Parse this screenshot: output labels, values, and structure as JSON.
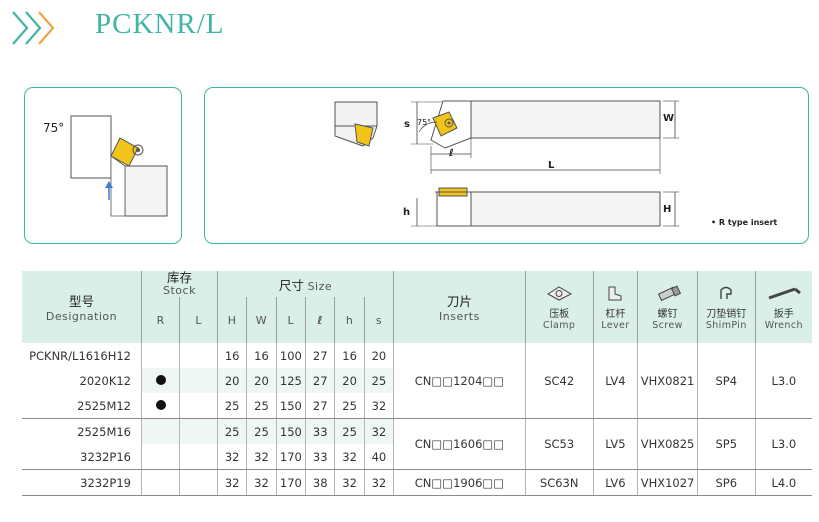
{
  "header": {
    "title": "PCKNR/L"
  },
  "diagram": {
    "angle_label": "75°",
    "top_view_angle": "75°",
    "dims": {
      "s": "s",
      "l": "ℓ",
      "L": "L",
      "W": "W",
      "H": "H",
      "h": "h"
    },
    "note": "• R type insert"
  },
  "colors": {
    "accent": "#3fb5a3",
    "header_bg": "#d9efe8",
    "insert_yellow": "#f0c419"
  },
  "table": {
    "headers": {
      "model_cn": "型号",
      "model_en": "Designation",
      "stock_cn": "库存",
      "stock_en": "Stock",
      "size_cn": "尺寸",
      "size_en": "Size",
      "inserts_cn": "刀片",
      "inserts_en": "Inserts",
      "R": "R",
      "L": "L",
      "H": "H",
      "W": "W",
      "Lc": "L",
      "l": "ℓ",
      "h": "h",
      "s": "s",
      "clamp_cn": "压板",
      "clamp_en": "Clamp",
      "lever_cn": "杠杆",
      "lever_en": "Lever",
      "screw_cn": "螺钉",
      "screw_en": "Screw",
      "shim_cn": "刀垫销钉",
      "shim_en": "ShimPin",
      "wrench_cn": "扳手",
      "wrench_en": "Wrench"
    },
    "rows": [
      {
        "model": "PCKNR/L1616H12",
        "R": "",
        "L": "",
        "H": "16",
        "W": "16",
        "Lc": "100",
        "l": "27",
        "h": "16",
        "s": "20"
      },
      {
        "model": "2020K12",
        "R": "●",
        "L": "",
        "H": "20",
        "W": "20",
        "Lc": "125",
        "l": "27",
        "h": "20",
        "s": "25"
      },
      {
        "model": "2525M12",
        "R": "●",
        "L": "",
        "H": "25",
        "W": "25",
        "Lc": "150",
        "l": "27",
        "h": "25",
        "s": "32"
      },
      {
        "model": "2525M16",
        "R": "",
        "L": "",
        "H": "25",
        "W": "25",
        "Lc": "150",
        "l": "33",
        "h": "25",
        "s": "32"
      },
      {
        "model": "3232P16",
        "R": "",
        "L": "",
        "H": "32",
        "W": "32",
        "Lc": "170",
        "l": "33",
        "h": "32",
        "s": "40"
      },
      {
        "model": "3232P19",
        "R": "",
        "L": "",
        "H": "32",
        "W": "32",
        "Lc": "170",
        "l": "38",
        "h": "32",
        "s": "32"
      }
    ],
    "groups": [
      {
        "insert": "CN□□1204□□",
        "clamp": "SC42",
        "lever": "LV4",
        "screw": "VHX0821",
        "shim": "SP4",
        "wrench": "L3.0"
      },
      {
        "insert": "CN□□1606□□",
        "clamp": "SC53",
        "lever": "LV5",
        "screw": "VHX0825",
        "shim": "SP5",
        "wrench": "L3.0"
      },
      {
        "insert": "CN□□1906□□",
        "clamp": "SC63N",
        "lever": "LV6",
        "screw": "VHX1027",
        "shim": "SP6",
        "wrench": "L4.0"
      }
    ]
  }
}
